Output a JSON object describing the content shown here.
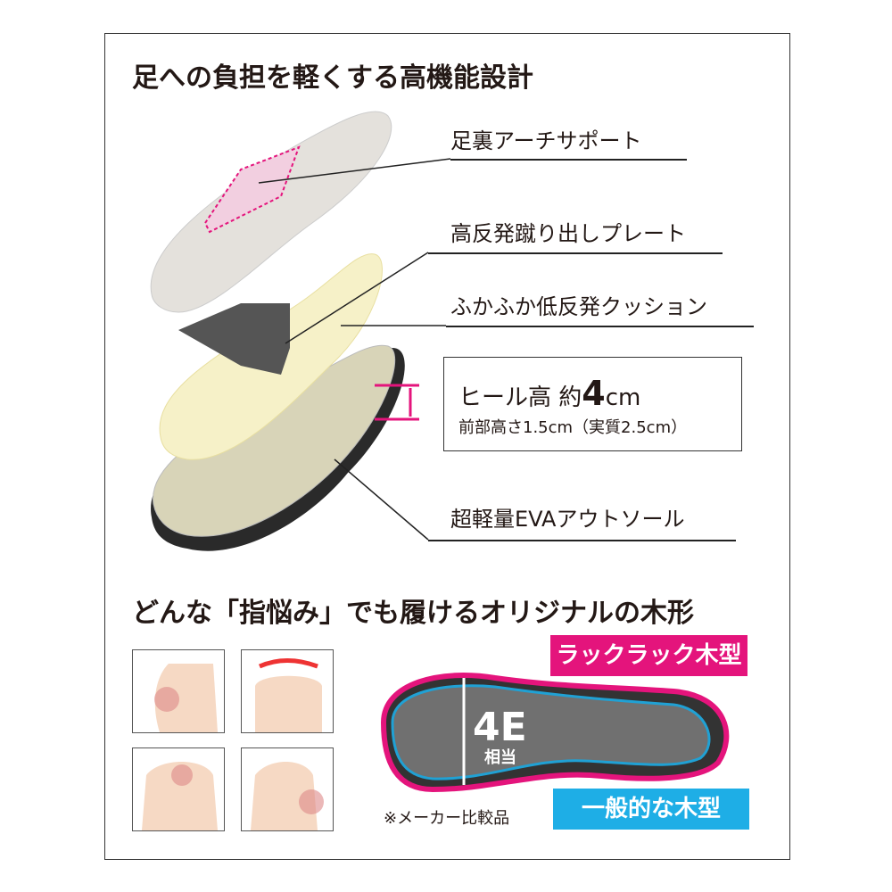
{
  "section1": {
    "title": "足への負担を軽くする高機能設計",
    "labels": [
      "足裏アーチサポート",
      "高反発蹴り出しプレート",
      "ふかふか低反発クッション",
      "超軽量EVAアウトソール"
    ],
    "heel": {
      "label": "ヒール高 約",
      "value": "4",
      "unit": "cm",
      "sub": "前部高さ1.5cm（実質2.5cm）"
    }
  },
  "section2": {
    "title": "どんな「指悩み」でも履けるオリジナルの木形",
    "tag_pink": "ラックラック木型",
    "tag_blue": "一般的な木型",
    "width_label": "4E",
    "width_sub": "相当",
    "note": "※メーカー比較品"
  },
  "colors": {
    "pink": "#e4147c",
    "blue": "#1eaee6",
    "insole": "#f6f1c8",
    "outsole": "#2a2a2a"
  }
}
